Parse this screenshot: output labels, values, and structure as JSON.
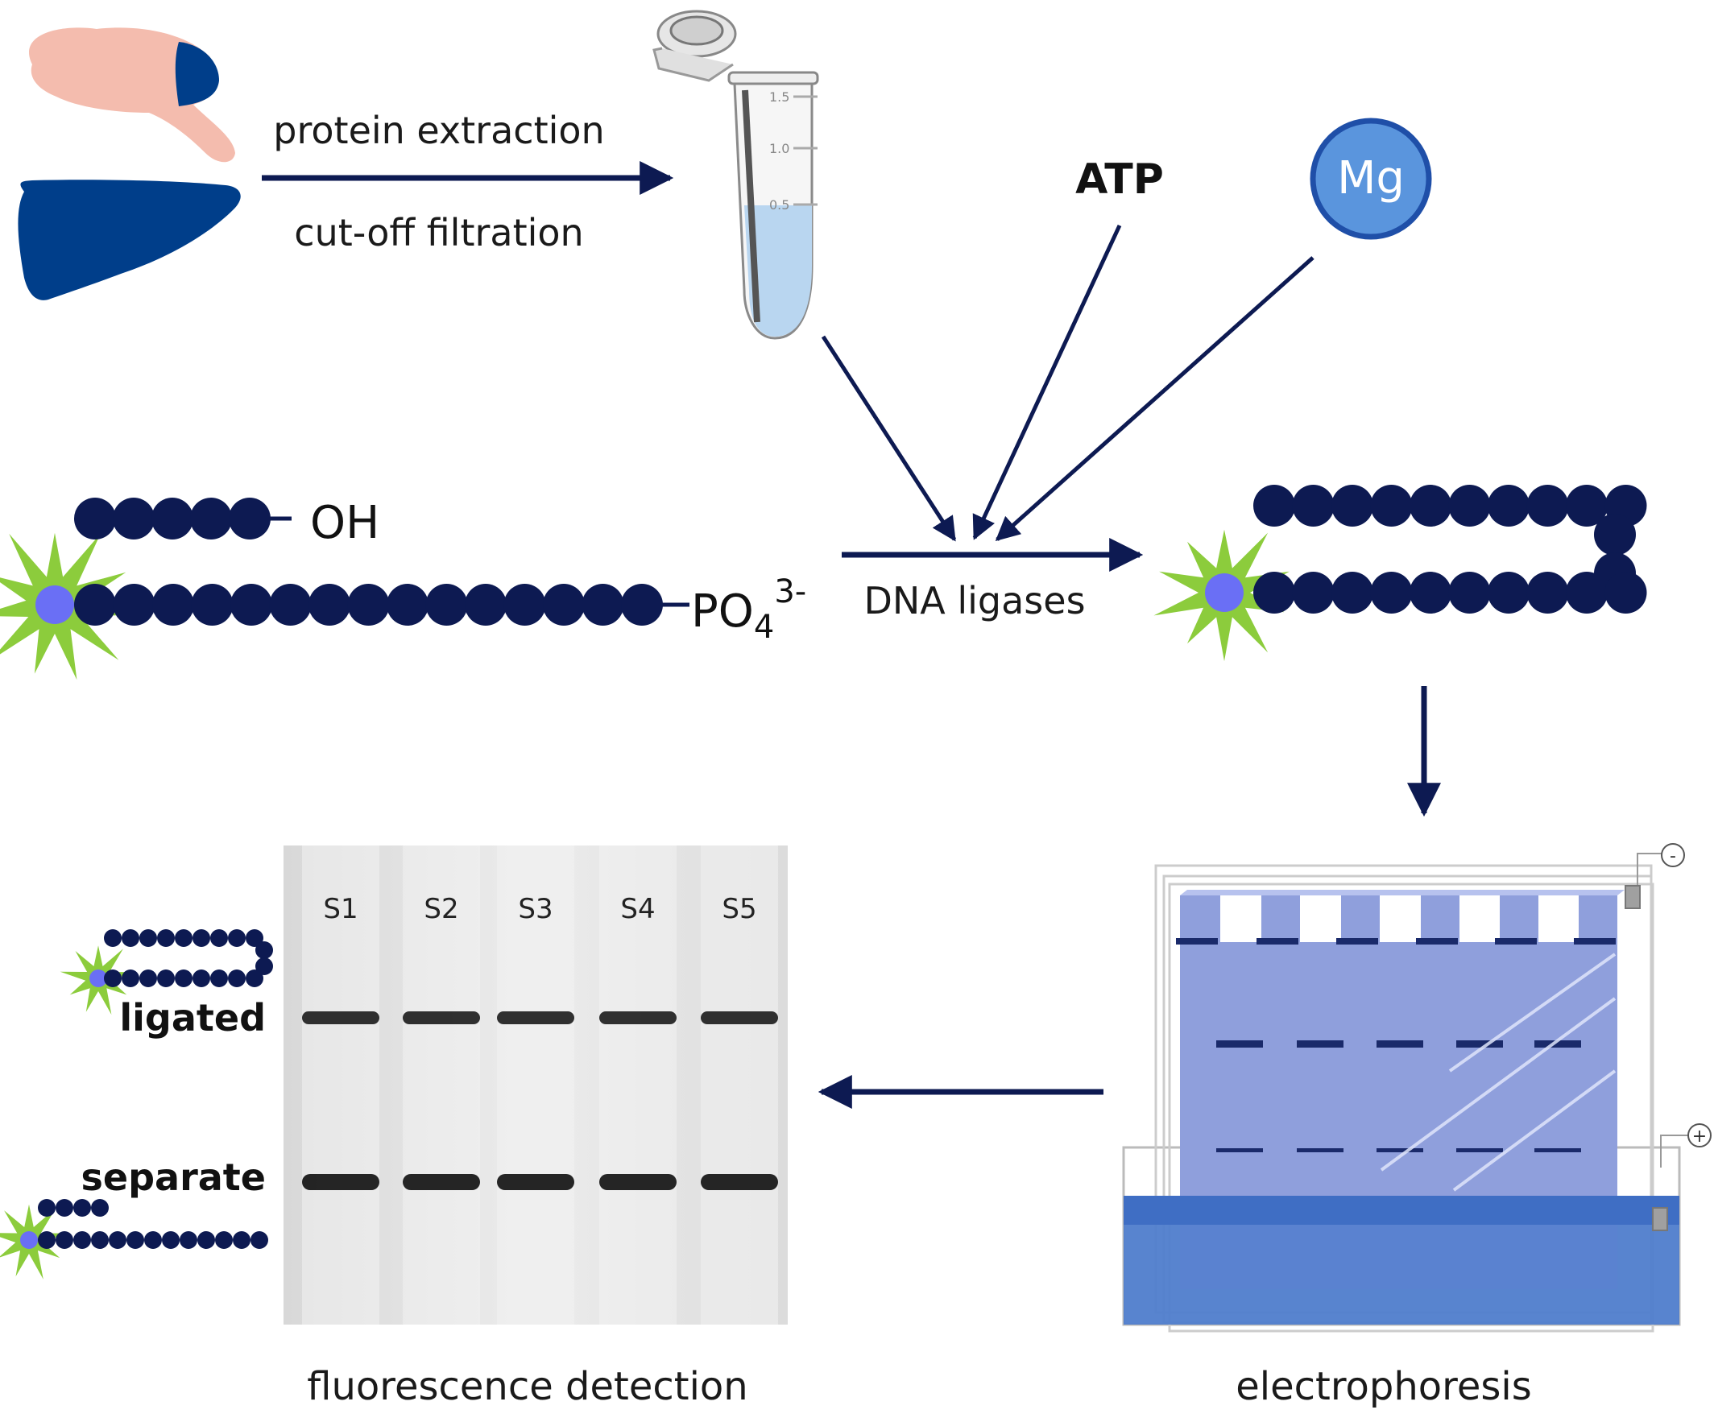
{
  "labels": {
    "protein_extraction": "protein extraction",
    "cutoff_filtration": "cut-off filtration",
    "atp": "ATP",
    "mg": "Mg",
    "oh": "OH",
    "phosphate": "PO",
    "phosphate_sub": "4",
    "phosphate_sup": "3-",
    "dna_ligases": "DNA ligases",
    "ligated": "ligated",
    "separate": "separate",
    "fluorescence_detection": "fluorescence detection",
    "electrophoresis": "electrophoresis"
  },
  "tube": {
    "marks": [
      "1.5",
      "1.0",
      "0.5"
    ]
  },
  "gel": {
    "lanes": [
      "S1",
      "S2",
      "S3",
      "S4",
      "S5"
    ]
  },
  "electrodes": {
    "negative": "-",
    "positive": "+"
  },
  "colors": {
    "navy": "#0d1a52",
    "dark_blue": "#003e8a",
    "pink": "#f4bcae",
    "fluor_green": "#8ccc3c",
    "fluor_core": "#6a6ff5",
    "mg_fill": "#5a95dd",
    "gel_fill": "#8f9fdc",
    "buffer_fill": "#4f7dcc"
  }
}
